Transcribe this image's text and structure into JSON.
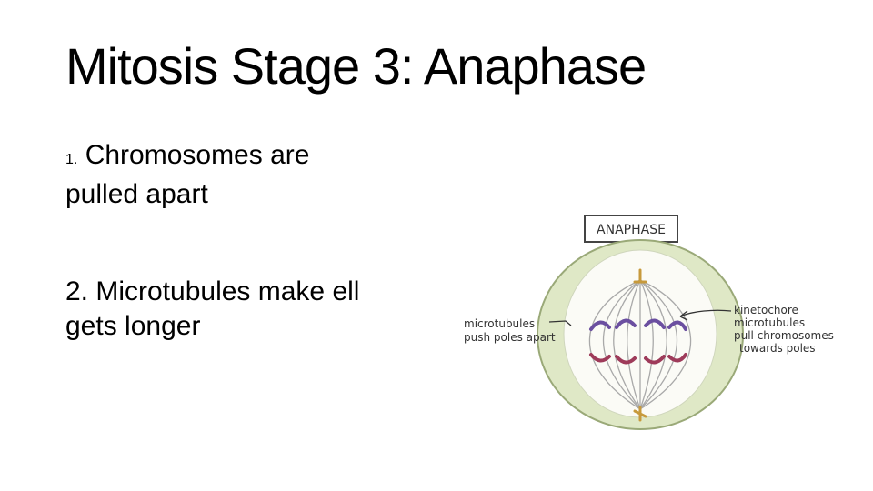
{
  "slide": {
    "title": "Mitosis Stage 3: Anaphase",
    "bullets": [
      {
        "number": "1.",
        "text_line1": "Chromosomes are",
        "text_line2": "pulled apart"
      },
      {
        "text_line1": "2. Microtubules make ell",
        "text_line2": "gets longer"
      }
    ]
  },
  "diagram": {
    "label_box": "ANAPHASE",
    "left_annotation": [
      "microtubules",
      "push poles apart"
    ],
    "right_annotation": [
      "kinetochore",
      "microtubules",
      "pull chromosomes",
      "towards poles"
    ],
    "colors": {
      "cell_fill": "#dfe8c6",
      "cell_outline": "#9aa978",
      "spindle": "#a9a9a9",
      "centrosome": "#c79a3c",
      "chromosome_upper": "#6b4fa0",
      "chromosome_lower": "#9e3b5a"
    }
  }
}
